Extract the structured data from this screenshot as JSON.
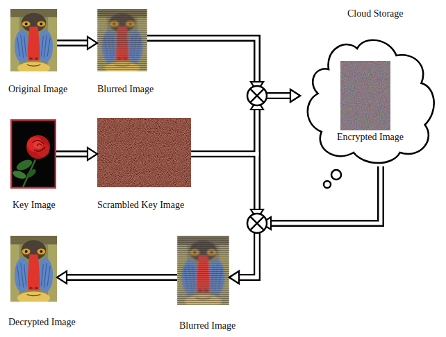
{
  "diagram": {
    "nodes": [
      {
        "text": [
          "Original Image"
        ]
      },
      {
        "text": [
          "Blurred Image"
        ]
      },
      {
        "text": [
          "Cloud Storage"
        ]
      },
      {
        "text": [
          "Encrypted Image"
        ],
        "in": 2
      },
      {
        "text": [
          "Key Image"
        ]
      },
      {
        "text": [
          "Scrambled Key Image"
        ]
      },
      {
        "text": [
          "Decrypted Image"
        ]
      },
      {
        "text": [
          "Blurred Image"
        ]
      }
    ],
    "edges": [
      {
        "from": 0,
        "to": 1,
        "arrow": "to"
      },
      {
        "from": 1,
        "to": 2,
        "arrow": "to"
      },
      {
        "from": 4,
        "to": 5,
        "arrow": "to"
      },
      {
        "from": 5,
        "to": 2,
        "arrow": "to"
      },
      {
        "from": 2,
        "to": 7,
        "arrow": "to"
      },
      {
        "from": 5,
        "to": 7,
        "arrow": "to"
      },
      {
        "from": 7,
        "to": 6,
        "arrow": "to"
      }
    ]
  }
}
